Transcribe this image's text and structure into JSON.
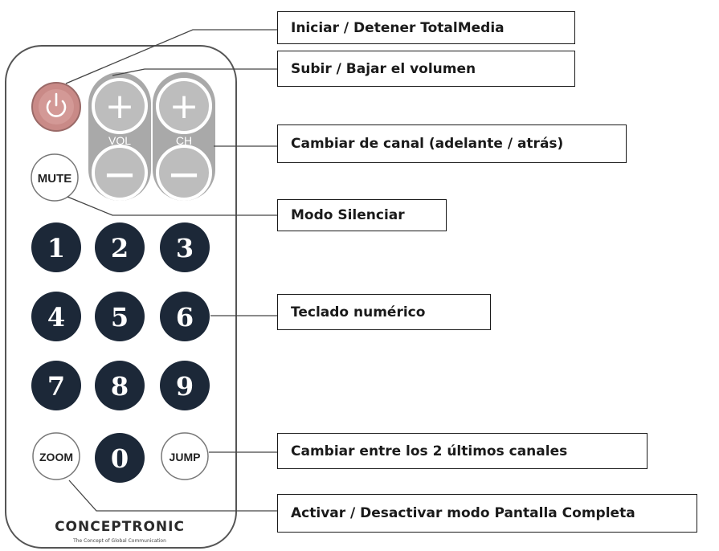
{
  "remote": {
    "vol_label": "VOL",
    "ch_label": "CH",
    "mute_label": "MUTE",
    "zoom_label": "ZOOM",
    "jump_label": "JUMP",
    "plus": "+",
    "minus": "—",
    "digits": [
      "1",
      "2",
      "3",
      "4",
      "5",
      "6",
      "7",
      "8",
      "9",
      "0"
    ],
    "brand": "CONCEPTRONIC",
    "brand_tagline": "The Concept of Global Communication"
  },
  "callouts": {
    "power": "Iniciar / Detener TotalMedia",
    "volume": "Subir / Bajar el volumen",
    "channel": "Cambiar de canal (adelante / atrás)",
    "mute": "Modo Silenciar",
    "numpad": "Teclado numérico",
    "jump": "Cambiar entre los 2 últimos canales",
    "zoom": "Activar / Desactivar modo Pantalla Completa"
  },
  "colors": {
    "power_button": "#c98a87",
    "digit_button": "#1c2838",
    "rocker": "#a9a9a9",
    "outline": "#555555"
  }
}
